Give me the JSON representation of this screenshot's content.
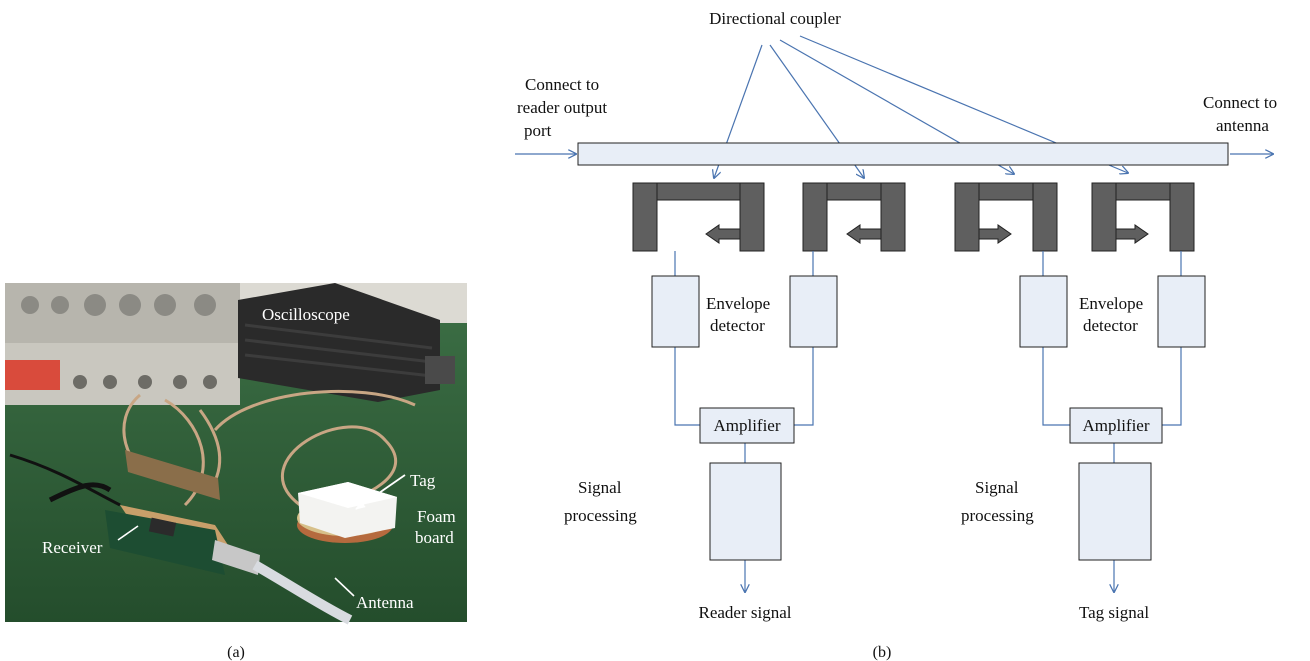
{
  "figure": {
    "panel_a": {
      "caption": "(a)",
      "labels": {
        "oscilloscope": "Oscilloscope",
        "tag": "Tag",
        "foam_board_line1": "Foam",
        "foam_board_line2": "board",
        "receiver": "Receiver",
        "antenna": "Antenna"
      },
      "colors": {
        "table": "#2f5e38",
        "scope_body": "#c9c7bf",
        "box": "#2a2a2a",
        "cable": "#c8a684"
      }
    },
    "panel_b": {
      "caption": "(b)",
      "directional_coupler": "Directional coupler",
      "connect_reader": [
        "Connect to",
        "reader output",
        "port"
      ],
      "connect_antenna": [
        "Connect to",
        "antenna"
      ],
      "envelope_detector_left": [
        "Envelope",
        "detector"
      ],
      "envelope_detector_right": [
        "Envelope",
        "detector"
      ],
      "amplifier_left": "Amplifier",
      "amplifier_right": "Amplifier",
      "signal_processing_left": [
        "Signal",
        "processing"
      ],
      "signal_processing_right": [
        "Signal",
        "processing"
      ],
      "reader_signal": "Reader signal",
      "tag_signal": "Tag signal",
      "colors": {
        "line": "#4a74b0",
        "box_fill": "#e8eef7",
        "box_stroke": "#222222",
        "coupler": "#5f5f5f"
      }
    }
  }
}
